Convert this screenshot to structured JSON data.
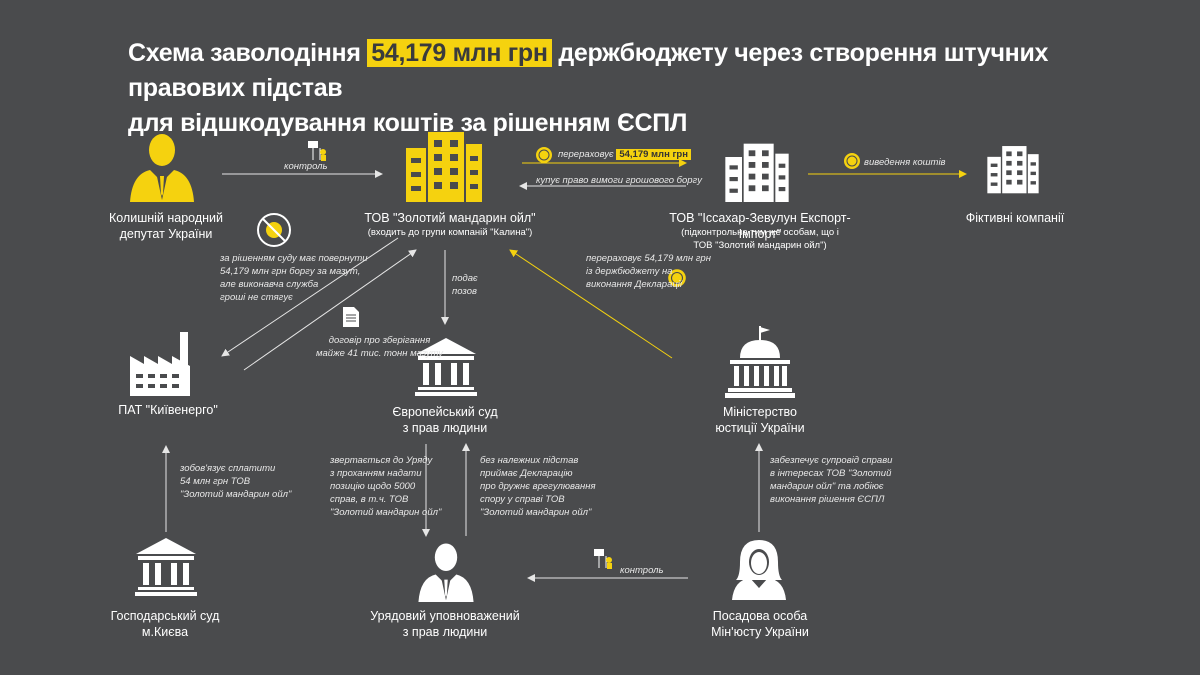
{
  "title": {
    "part1": "Схема заволодіння",
    "highlight": "54,179 млн грн",
    "part2": "держбюджету через створення штучних правових підстав",
    "line2": "для відшкодування коштів за рішенням ЄСПЛ"
  },
  "nodes": {
    "deputy": {
      "line1": "Колишній народний",
      "line2": "депутат України",
      "icon": "person-suit-icon"
    },
    "zolotyi": {
      "line1": "ТОВ \"Золотий мандарин ойл\"",
      "sub": "(входить до групи компаній \"Калина\")",
      "icon": "office-building-icon"
    },
    "issakhar": {
      "line1": "ТОВ \"Іссахар-Зевулун Експорт-Імпорт\"",
      "sub1": "(підконтрольна тим же особам, що і",
      "sub2": "ТОВ \"Золотий мандарин ойл\")",
      "icon": "office-building-icon"
    },
    "fictive": {
      "line1": "Фіктивні компанії",
      "icon": "office-building-icon"
    },
    "kyivenergo": {
      "line1": "ПАТ \"Київенерго\"",
      "icon": "factory-icon"
    },
    "echr": {
      "line1": "Європейський суд",
      "line2": "з прав людини",
      "icon": "courthouse-icon"
    },
    "ministry": {
      "line1": "Міністерство",
      "line2": "юстиції України",
      "icon": "government-building-icon"
    },
    "commercial_court": {
      "line1": "Господарський суд",
      "line2": "м.Києва",
      "icon": "courthouse-icon"
    },
    "govagent": {
      "line1": "Урядовий уповноважений",
      "line2": "з прав людини",
      "icon": "person-suit-icon"
    },
    "official": {
      "line1": "Посадова особа",
      "line2": "Мін'юсту України",
      "icon": "woman-official-icon"
    }
  },
  "edges": {
    "control_top": "контроль",
    "transfer_label": "перераховує",
    "transfer_amount": "54,179 млн грн",
    "buys_right": "купує право вимоги грошового боргу",
    "withdraw": "виведення коштів",
    "court_debt": [
      "за рішенням суду має повернути",
      "54,179 млн грн боргу за мазут,",
      "але виконавча служба",
      "гроші не стягує"
    ],
    "files_claim": [
      "подає",
      "позов"
    ],
    "storage_contract": [
      "договір про зберігання",
      "майже 41 тис. тонн мазуту"
    ],
    "ministry_transfer": [
      "перераховує 54,179 млн грн",
      "із держбюджету на",
      "виконання Декларації"
    ],
    "obliges": [
      "зобов'язує сплатити",
      "54 млн грн ТОВ",
      "\"Золотий мандарин ойл\""
    ],
    "appeals": [
      "звертається до Уряду",
      "з проханням надати",
      "позицію щодо 5000",
      "справ, в т.ч.  ТОВ",
      "\"Золотий мандарин ойл\""
    ],
    "accepts": [
      "без належних підстав",
      "приймає Декларацію",
      "про дружнє врегулювання",
      "спору у справі ТОВ",
      "\"Золотий мандарин ойл\""
    ],
    "ensures": [
      "забезпечує супровід справи",
      "в інтересах ТОВ \"Золотий",
      "мандарин ойл\" та лобіює",
      "виконання рішення ЄСПЛ"
    ],
    "control_bottom": "контроль"
  },
  "colors": {
    "background": "#4a4b4d",
    "accent": "#f5d20f",
    "text": "#ffffff",
    "line": "#e6e6e6"
  }
}
